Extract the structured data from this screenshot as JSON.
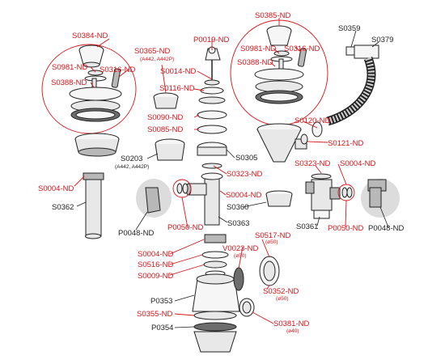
{
  "colors": {
    "highlight": "#d7141a",
    "text": "#1e1e1e",
    "part_fill": "#e8e8e8",
    "shadow": "#dcdcdc"
  },
  "labels": {
    "S0384_ND": "S0384-ND",
    "S0981_ND_left": "S0981-ND",
    "S0316_ND_left": "S0316-ND",
    "S0388_ND_left": "S0388-ND",
    "S0365_ND": "S0365-ND",
    "S0365_ND_sub": "(A442, A442P)",
    "P0019_ND": "P0019-ND",
    "S0014_ND": "S0014-ND",
    "S0116_ND": "S0116-ND",
    "S0090_ND": "S0090-ND",
    "S0085_ND": "S0085-ND",
    "S0385_ND": "S0385-ND",
    "S0981_ND_right": "S0981-ND",
    "S0316_ND_right": "S0316-ND",
    "S0388_ND_right": "S0388-ND",
    "S0359": "S0359",
    "S0379": "S0379",
    "S0120_ND": "S0120-ND",
    "S0121_ND": "S0121-ND",
    "S0203": "S0203",
    "S0203_sub": "(A442, A442P)",
    "S0305": "S0305",
    "S0323_ND_mid": "S0323-ND",
    "S0323_ND_right": "S0323-ND",
    "S0004_ND_right": "S0004-ND",
    "S0004_ND_left": "S0004-ND",
    "S0004_ND_mid": "S0004-ND",
    "S0362": "S0362",
    "P0048_ND_left": "P0048-ND",
    "P0050_ND_left": "P0050-ND",
    "S0363": "S0363",
    "S0360": "S0360",
    "S0361": "S0361",
    "P0050_ND_right": "P0050-ND",
    "P0048_ND_right": "P0048-ND",
    "S0004_ND_bottom": "S0004-ND",
    "S0516_ND": "S0516-ND",
    "S0009_ND": "S0009-ND",
    "S0517_ND": "S0517-ND",
    "S0517_ND_sub": "(ø50)",
    "V0023_ND": "V0023-ND",
    "V0023_ND_sub": "(ø50)",
    "S0352_ND": "S0352-ND",
    "S0352_ND_sub": "(ø50)",
    "P0353": "P0353",
    "S0355_ND": "S0355-ND",
    "P0354": "P0354",
    "S0381_ND": "S0381-ND",
    "S0381_ND_sub": "(ø40)"
  }
}
